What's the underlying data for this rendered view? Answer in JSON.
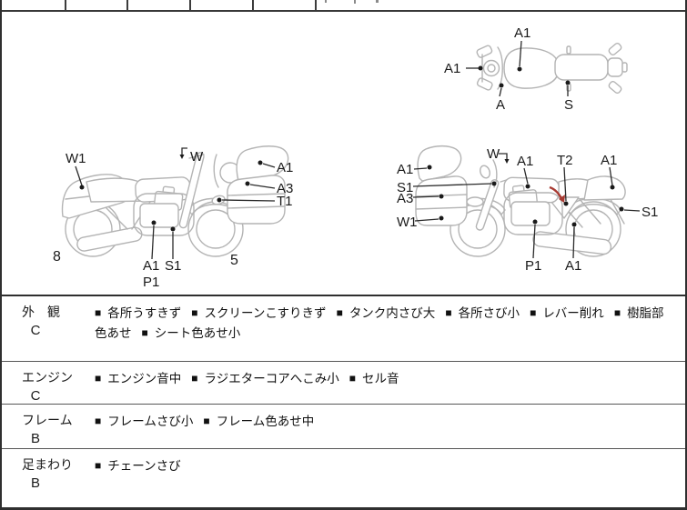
{
  "colors": {
    "line_art": "#b4b4b4",
    "label_text": "#1a1a1a",
    "red_mark": "#a83a32",
    "border": "#2f2f2f"
  },
  "diagram": {
    "top_bike": {
      "labels": {
        "front": "A1",
        "tank": "A1",
        "screen": "A",
        "seat": "S"
      }
    },
    "left_bike": {
      "labels": {
        "tail": "W1",
        "mirror": "W",
        "cowl_top": "A1",
        "cowl_mid": "A3",
        "lever": "T1",
        "engine": "A1",
        "guard": "S1",
        "pedal": "P1",
        "rear_wheel_num": "8",
        "front_wheel_num": "5"
      }
    },
    "right_bike": {
      "labels": {
        "screen": "A1",
        "handlebar": "S1",
        "cowl": "A3",
        "cowl_lower": "W1",
        "mirror": "W",
        "tank": "A1",
        "side_cover": "T2",
        "tail": "A1",
        "shock": "S1",
        "engine": "P1",
        "under_frame": "A1"
      }
    }
  },
  "table": {
    "bullet": "■",
    "rows": [
      {
        "category": "外　観",
        "grade": "C",
        "items": [
          "各所うすきず",
          "スクリーンこすりきず",
          "タンク内さび大",
          "各所さび小",
          "レバー削れ",
          "樹脂部色あせ",
          "シート色あせ小"
        ]
      },
      {
        "category": "エンジン",
        "grade": "C",
        "items": [
          "エンジン音中",
          "ラジエターコアへこみ小",
          "セル音"
        ]
      },
      {
        "category": "フレーム",
        "grade": "B",
        "items": [
          "フレームさび小",
          "フレーム色あせ中"
        ]
      },
      {
        "category": "足まわり",
        "grade": "B",
        "items": [
          "チェーンさび"
        ]
      }
    ]
  }
}
